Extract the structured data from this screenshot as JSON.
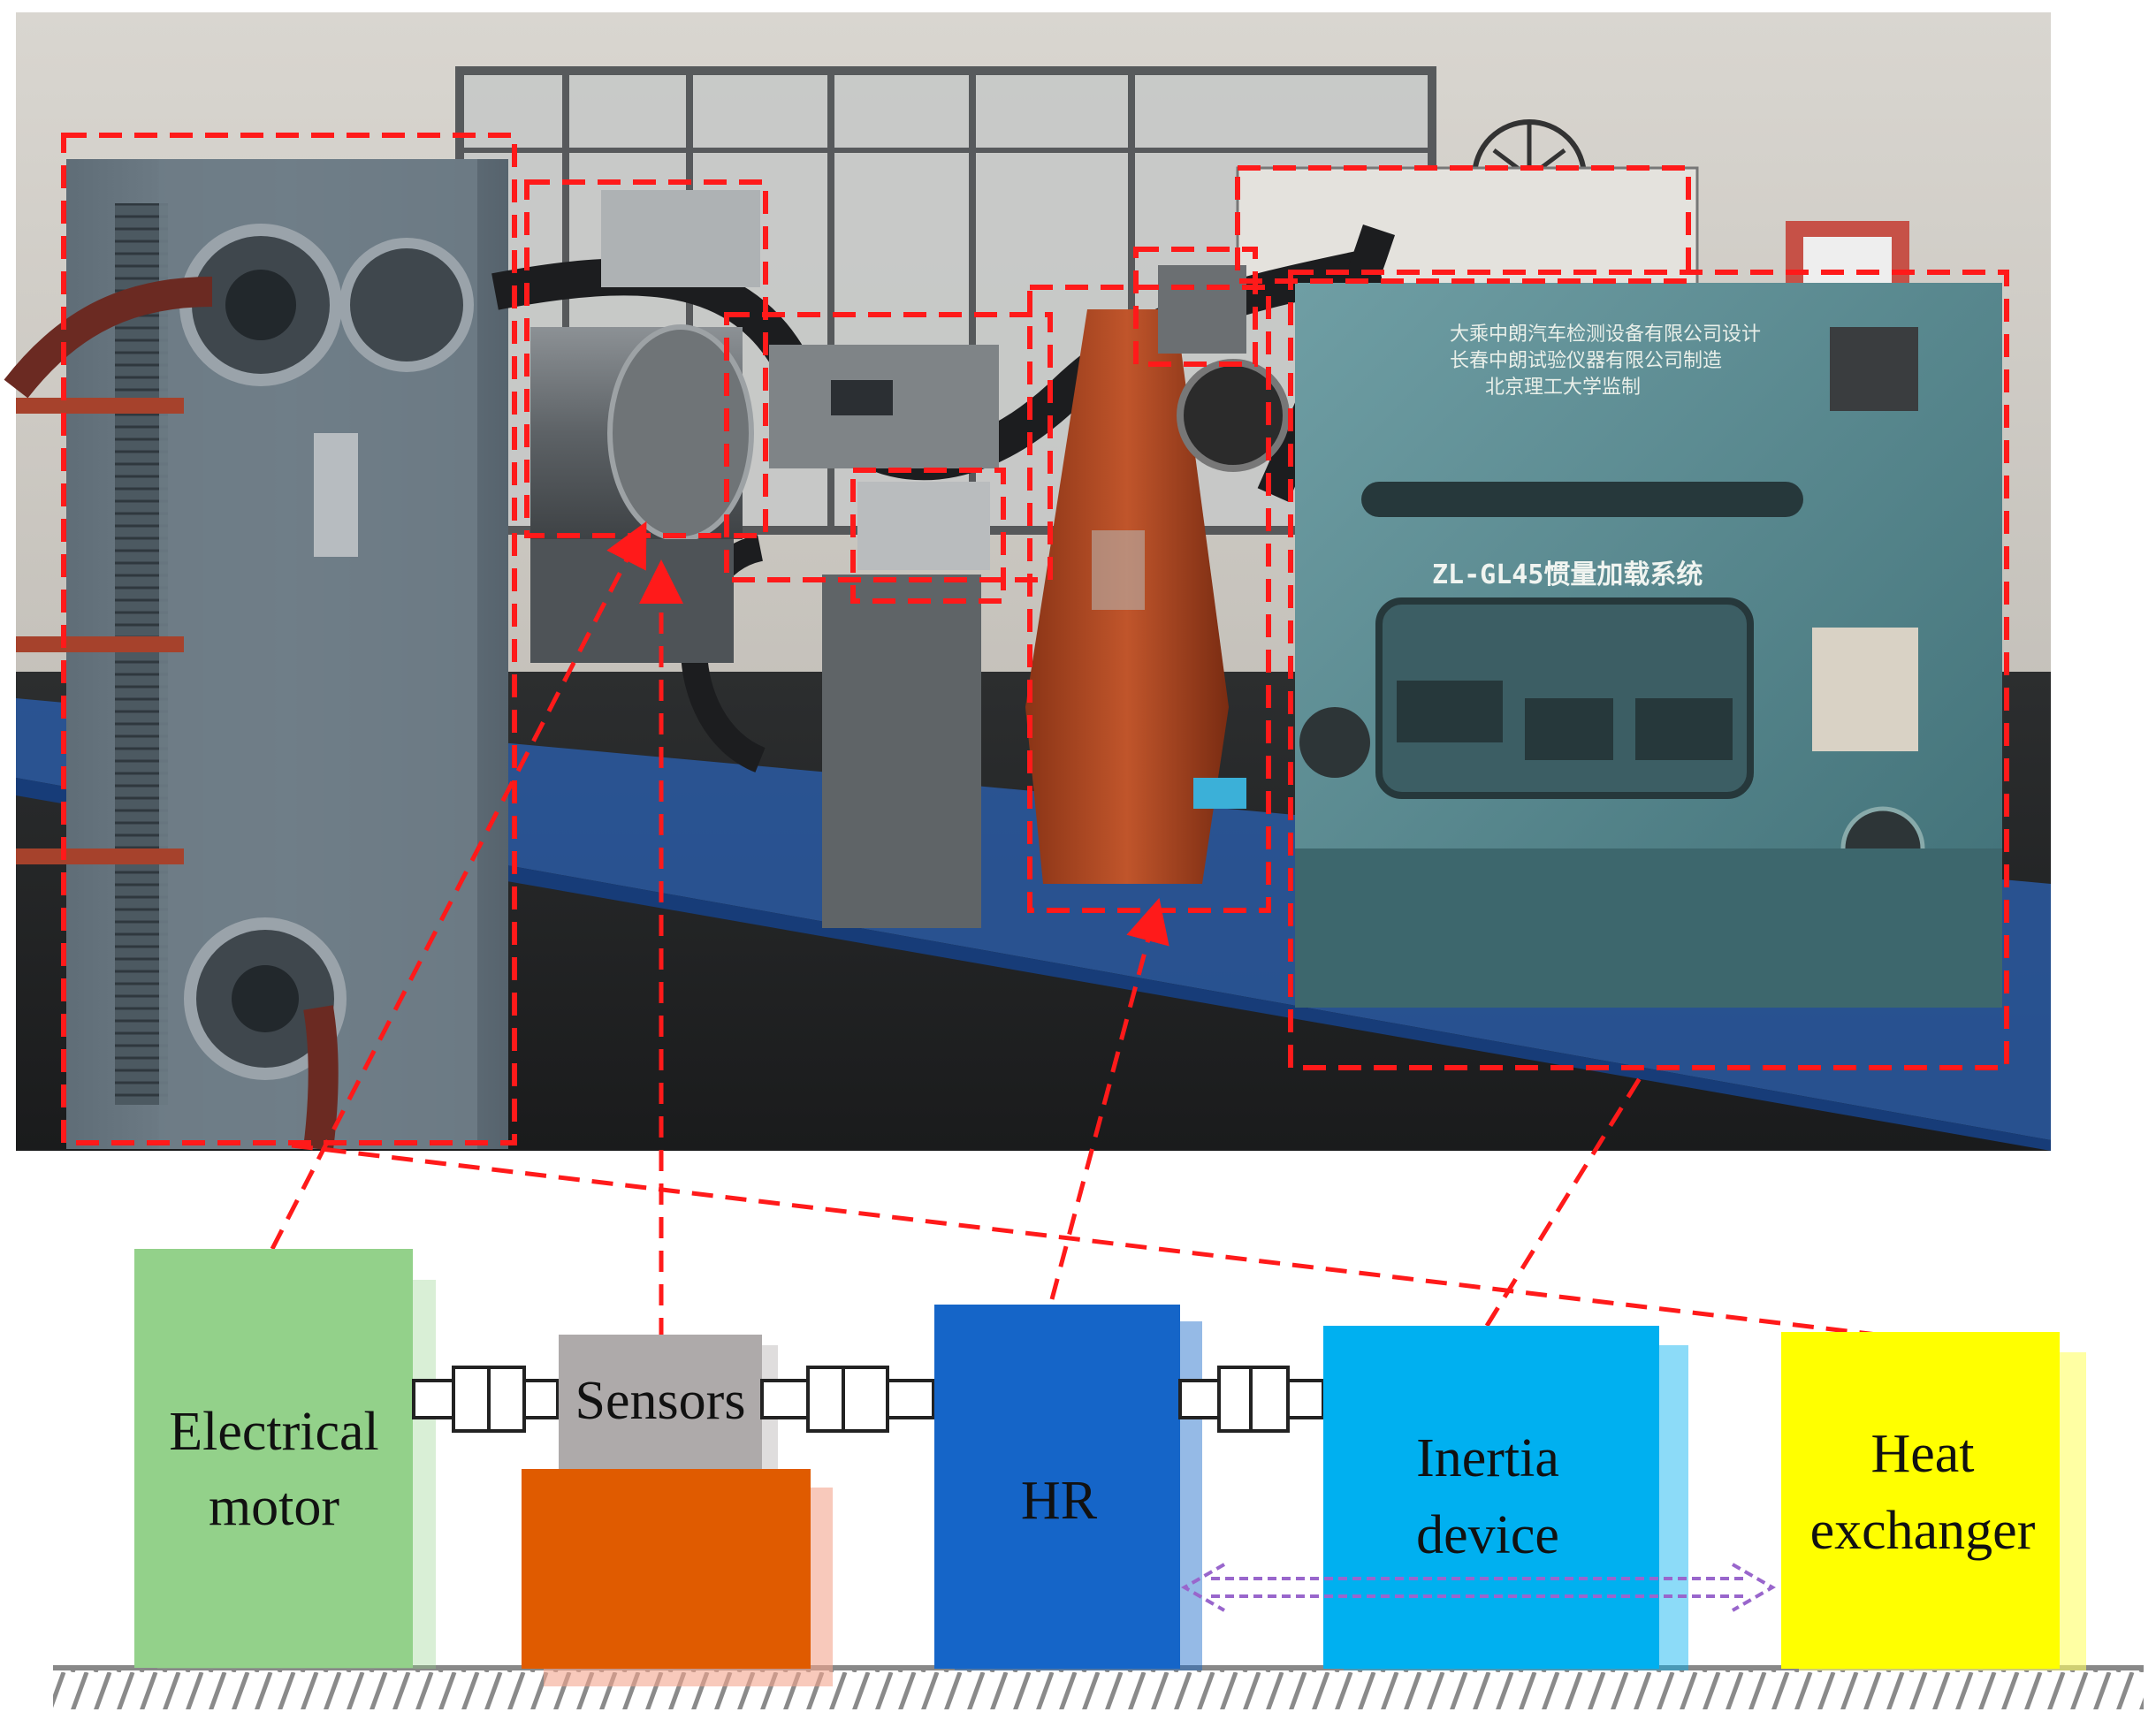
{
  "photo": {
    "machine_text": [
      "大乘中朗汽车检测设备有限公司设计",
      "长春中朗试验仪器有限公司制造",
      "北京理工大学监制"
    ],
    "machine_label": "ZL-GL45惯量加载系统"
  },
  "schematic": {
    "components": [
      {
        "id": "motor",
        "label_lines": [
          "Electrical",
          "motor"
        ],
        "color": "#93d18a"
      },
      {
        "id": "sensors",
        "label_lines": [
          "Sensors"
        ],
        "color": "#aeaaaa"
      },
      {
        "id": "support",
        "label_lines": [],
        "color": "#e05b00"
      },
      {
        "id": "hr",
        "label_lines": [
          "HR"
        ],
        "color": "#1565c8"
      },
      {
        "id": "inertia",
        "label_lines": [
          "Inertia",
          "device"
        ],
        "color": "#00b0f0"
      },
      {
        "id": "heat",
        "label_lines": [
          "Heat",
          "exchanger"
        ],
        "color": "#ffff00"
      }
    ]
  },
  "colors": {
    "callout": "#ff1a1a",
    "arrow_purple": "#9966cc",
    "ground": "#888888"
  }
}
